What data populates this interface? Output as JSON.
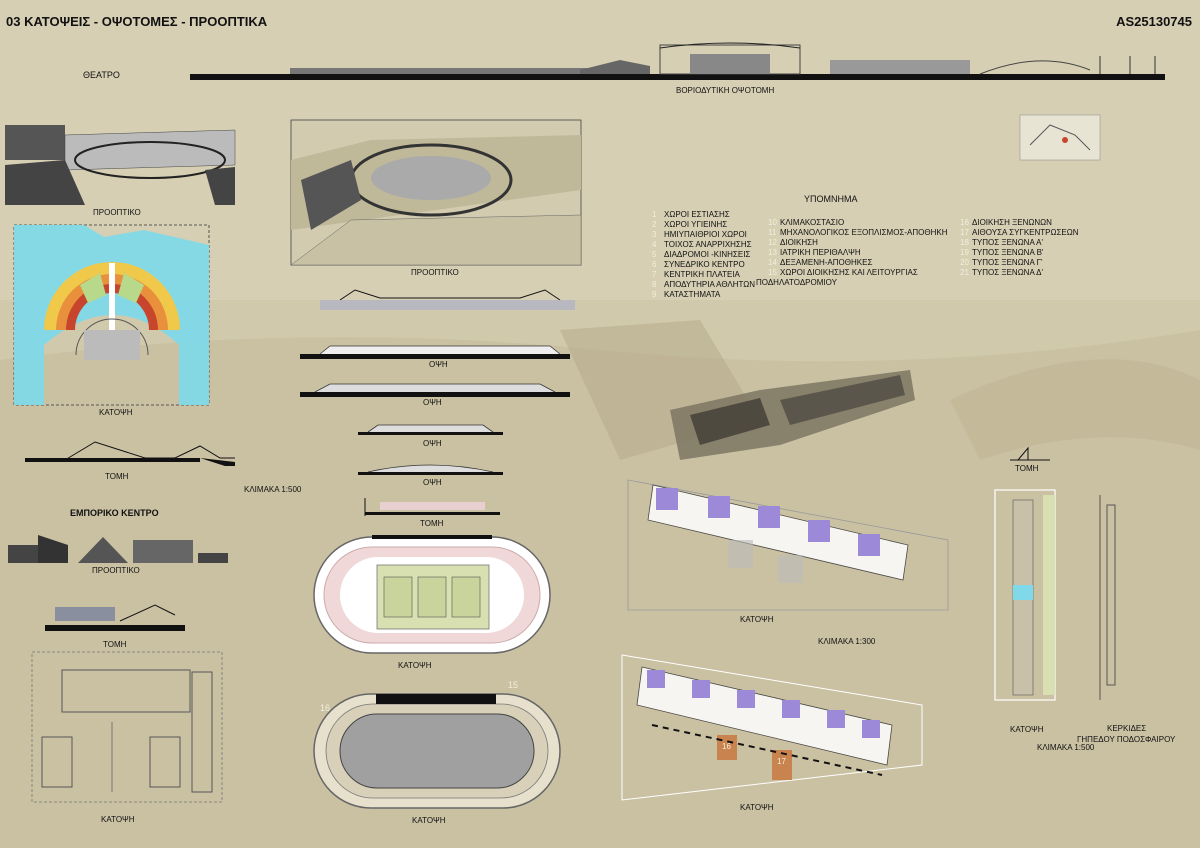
{
  "header": {
    "title": "03 ΚΑΤΟΨΕΙΣ - ΟΨΟΤΟΜΕΣ - ΠΡΟΟΠΤΙΚΑ",
    "code": "AS25130745"
  },
  "sections": {
    "theatre": "ΘΕΑΤΡΟ",
    "commercial": "ΕΜΠΟΡΙΚΟ ΚΕΝΤΡΟ"
  },
  "labels": {
    "northwest_elevation": "ΒΟΡΙΟΔΥΤΙΚΗ ΟΨΟΤΟΜΗ",
    "theatre_perspective": "ΠΡΟΟΠΤΙΚΟ",
    "theatre_plan": "ΚΑΤΟΨΗ",
    "theatre_section": "ΤΟΜΗ",
    "scale_500_left": "ΚΛΙΜΑΚΑ 1:500",
    "commercial_perspective": "ΠΡΟΟΠΤΙΚΟ",
    "commercial_section": "ΤΟΜΗ",
    "commercial_plan": "ΚΑΤΟΨΗ",
    "main_perspective": "ΠΡΟΟΠΤΙΚΟ",
    "elev_1": "ΟΨΗ",
    "elev_2": "ΟΨΗ",
    "elev_3": "ΟΨΗ",
    "elev_4": "ΟΨΗ",
    "stadium_section": "ΤΟΜΗ",
    "stadium_plan": "ΚΑΤΟΨΗ",
    "velodrome_plan": "ΚΑΤΟΨΗ",
    "velodrome_no_15": "15",
    "velodrome_no_16": "16",
    "housing_plan_1": "ΚΑΤΟΨΗ",
    "scale_300": "ΚΛΙΜΑΚΑ 1:300",
    "housing_plan_2": "ΚΑΤΟΨΗ",
    "right_section": "ΤΟΜΗ",
    "right_plan": "ΚΑΤΟΨΗ",
    "stands_title": "ΚΕΡΚΙΔΕΣ",
    "stands_sub": "ΓΗΠΕΔΟΥ ΠΟΔΟΣΦΑΙΡΟΥ",
    "scale_500_right": "ΚΛΙΜΑΚΑ 1:500",
    "housing_no_16": "16",
    "housing_no_17": "17"
  },
  "legend": {
    "title": "ΥΠΟΜΝΗΜΑ",
    "col1": [
      {
        "n": "1",
        "t": "ΧΩΡΟΙ ΕΣΤΙΑΣΗΣ"
      },
      {
        "n": "2",
        "t": "ΧΩΡΟΙ ΥΓΙΕΙΝΗΣ"
      },
      {
        "n": "3",
        "t": "ΗΜΙΥΠΑΙΘΡΙΟΙ ΧΩΡΟΙ"
      },
      {
        "n": "4",
        "t": "ΤΟΙΧΟΣ ΑΝΑΡΡΙΧΗΣΗΣ"
      },
      {
        "n": "5",
        "t": "ΔΙΑΔΡΟΜΟΙ -ΚΙΝΗΣΕΙΣ"
      },
      {
        "n": "6",
        "t": "ΣΥΝΕΔΡΙΚΟ ΚΕΝΤΡΟ"
      },
      {
        "n": "7",
        "t": "ΚΕΝΤΡΙΚΗ ΠΛΑΤΕΙΑ"
      },
      {
        "n": "8",
        "t": "ΑΠΟΔΥΤΗΡΙΑ ΑΘΛΗΤΩΝ"
      },
      {
        "n": "9",
        "t": "ΚΑΤΑΣΤΗΜΑΤΑ"
      }
    ],
    "col2": [
      {
        "n": "10",
        "t": "ΚΛΙΜΑΚΟΣΤΑΣΙΟ"
      },
      {
        "n": "11",
        "t": "ΜΗΧΑΝΟΛΟΓΙΚΟΣ ΕΞΟΠΛΙΣΜΟΣ-ΑΠΟΘΗΚΗ"
      },
      {
        "n": "12",
        "t": "ΔΙΟΙΚΗΣΗ"
      },
      {
        "n": "13",
        "t": "ΙΑΤΡΙΚΗ ΠΕΡΙΘΑΛΨΗ"
      },
      {
        "n": "14",
        "t": "ΔΕΞΑΜΕΝΗ-ΑΠΟΘΗΚΕΣ"
      },
      {
        "n": "15",
        "t": "ΧΩΡΟΙ ΔΙΟΙΚΗΣΗΣ ΚΑΙ ΛΕΙΤΟΥΡΓΙΑΣ"
      },
      {
        "n": "",
        "t": "ΠΟΔΗΛΑΤΟΔΡΟΜΙΟΥ"
      }
    ],
    "col3": [
      {
        "n": "16",
        "t": "ΔΙΟΙΚΗΣΗ ΞΕΝΩΝΩΝ"
      },
      {
        "n": "17",
        "t": "ΑΙΘΟΥΣΑ ΣΥΓΚΕΝΤΡΩΣΕΩΝ"
      },
      {
        "n": "18",
        "t": "ΤΥΠΟΣ ΞΕΝΩΝΑ Α'"
      },
      {
        "n": "19",
        "t": "ΤΥΠΟΣ ΞΕΝΩΝΑ Β'"
      },
      {
        "n": "20",
        "t": "ΤΥΠΟΣ ΞΕΝΩΝΑ Γ'"
      },
      {
        "n": "21",
        "t": "ΤΥΠΟΣ ΞΕΝΩΝΑ Δ'"
      }
    ]
  },
  "colors": {
    "background": "#d6cfb4",
    "water": "#7fd9e8",
    "seat_yellow": "#f0c84a",
    "seat_orange": "#e8903c",
    "seat_red": "#c8452d",
    "seat_green": "#b8d88a",
    "room_purple": "#9c8ad8",
    "room_brown": "#c9834f",
    "field_green": "#d8dfb0",
    "track_pink": "#f0d8d8"
  }
}
